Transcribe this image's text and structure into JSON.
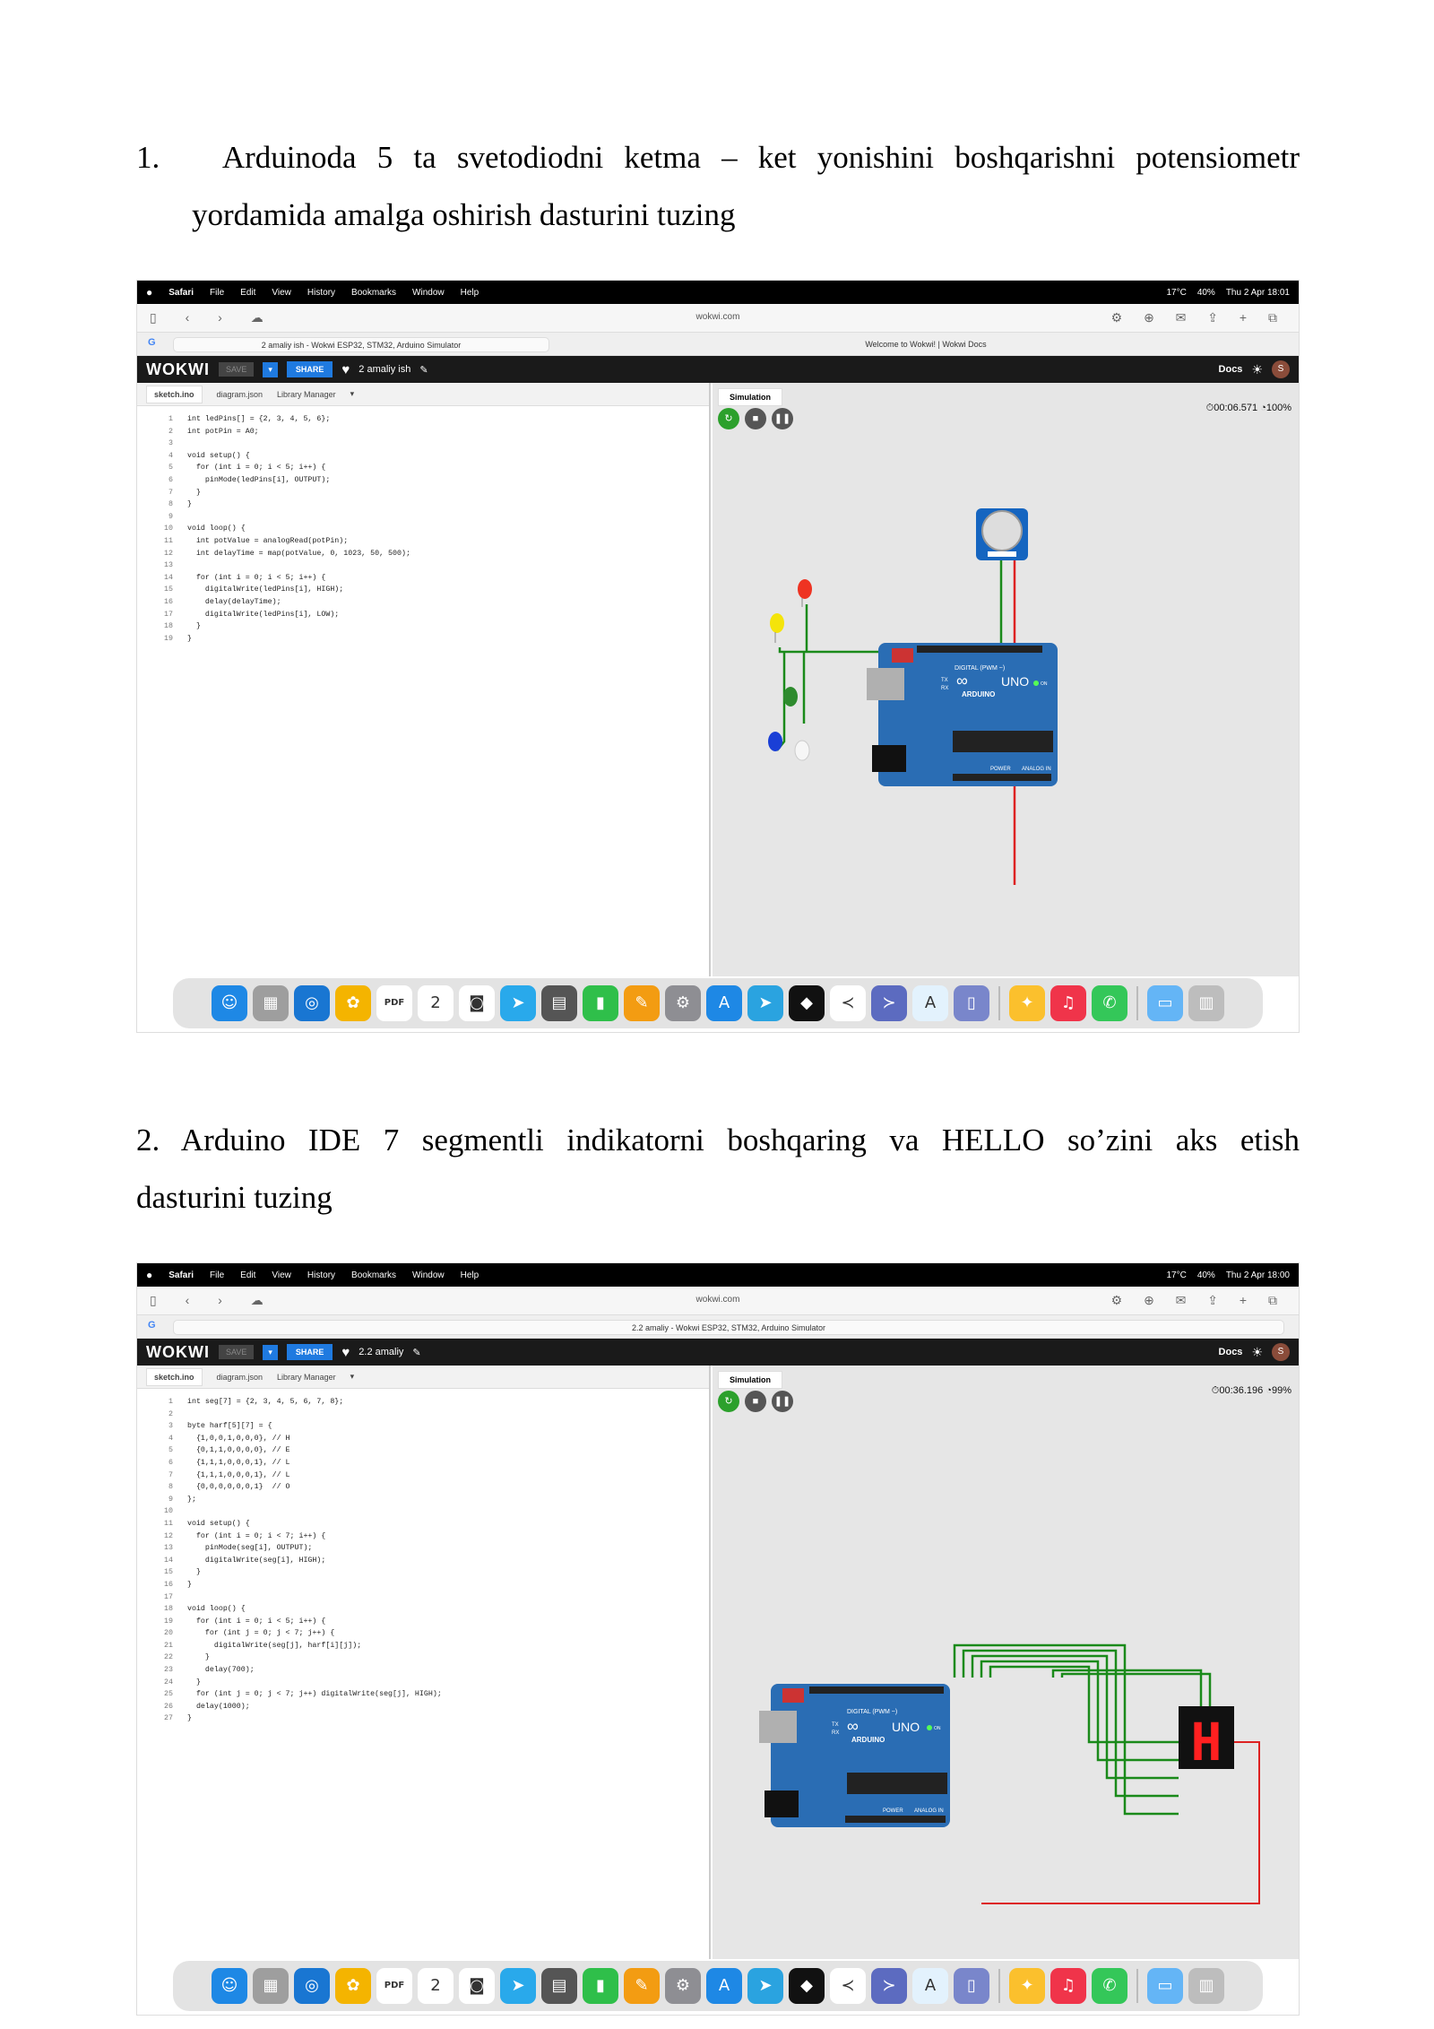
{
  "task1": {
    "number": "1.",
    "line1": "Arduinoda 5 ta svetodiodni  ketma – ket yonishini boshqarishni potensiometr",
    "line2": "yordamida amalga oshirish dasturini tuzing"
  },
  "task2": {
    "line1": "2. Arduino IDE  7 segmentli indikatorni boshqaring va HELLO so’zini aks etish",
    "line2": "dasturini tuzing"
  },
  "macos": {
    "menu": [
      "Safari",
      "File",
      "Edit",
      "View",
      "History",
      "Bookmarks",
      "Window",
      "Help"
    ],
    "weather": "17°C",
    "battery": "40%"
  },
  "screens": [
    {
      "clock": "Thu 2 Apr 18:01",
      "url": "wokwi.com",
      "tab_left": "2 amaliy ish - Wokwi ESP32, STM32, Arduino Simulator",
      "tab_right": "Welcome to Wokwi! | Wokwi Docs",
      "logo": "WOKWI",
      "save": "SAVE",
      "share": "SHARE",
      "project": "2 amaliy ish",
      "docs": "Docs",
      "avatar": "S",
      "editor_tabs": [
        "sketch.ino",
        "diagram.json",
        "Library Manager"
      ],
      "sim_tab": "Simulation",
      "timer": "00:06.571",
      "speed": "100%",
      "code": [
        "int ledPins[] = {2, 3, 4, 5, 6};",
        "int potPin = A0;",
        "",
        "void setup() {",
        "  for (int i = 0; i < 5; i++) {",
        "    pinMode(ledPins[i], OUTPUT);",
        "  }",
        "}",
        "",
        "void loop() {",
        "  int potValue = analogRead(potPin);",
        "  int delayTime = map(potValue, 0, 1023, 50, 500);",
        "",
        "  for (int i = 0; i < 5; i++) {",
        "    digitalWrite(ledPins[i], HIGH);",
        "    delay(delayTime);",
        "    digitalWrite(ledPins[i], LOW);",
        "  }",
        "}"
      ]
    },
    {
      "clock": "Thu 2 Apr 18:00",
      "url": "wokwi.com",
      "tab_left": "2.2 amaliy - Wokwi ESP32, STM32, Arduino Simulator",
      "tab_right": "",
      "logo": "WOKWI",
      "save": "SAVE",
      "share": "SHARE",
      "project": "2.2 amaliy",
      "docs": "Docs",
      "avatar": "S",
      "editor_tabs": [
        "sketch.ino",
        "diagram.json",
        "Library Manager"
      ],
      "sim_tab": "Simulation",
      "timer": "00:36.196",
      "speed": "99%",
      "code": [
        "int seg[7] = {2, 3, 4, 5, 6, 7, 8};",
        "",
        "byte harf[5][7] = {",
        "  {1,0,0,1,0,0,0}, // H",
        "  {0,1,1,0,0,0,0}, // E",
        "  {1,1,1,0,0,0,1}, // L",
        "  {1,1,1,0,0,0,1}, // L",
        "  {0,0,0,0,0,0,1}  // O",
        "};",
        "",
        "void setup() {",
        "  for (int i = 0; i < 7; i++) {",
        "    pinMode(seg[i], OUTPUT);",
        "    digitalWrite(seg[i], HIGH);",
        "  }",
        "}",
        "",
        "void loop() {",
        "  for (int i = 0; i < 5; i++) {",
        "    for (int j = 0; j < 7; j++) {",
        "      digitalWrite(seg[j], harf[i][j]);",
        "    }",
        "    delay(700);",
        "  }",
        "  for (int j = 0; j < 7; j++) digitalWrite(seg[j], HIGH);",
        "  delay(1000);",
        "}"
      ]
    }
  ],
  "board": {
    "model": "UNO",
    "brand": "ARDUINO",
    "digital": "DIGITAL (PWM ~)",
    "power": "POWER",
    "analog": "ANALOG IN",
    "on": "ON",
    "tx": "TX",
    "rx": "RX"
  },
  "segment_display": "H",
  "dock": {
    "calendar_day": "2",
    "pdf_label": "PDF",
    "icons": [
      {
        "name": "finder-icon",
        "color": "#1e88e5",
        "glyph": "☺"
      },
      {
        "name": "launchpad-icon",
        "color": "#9e9e9e",
        "glyph": "▦"
      },
      {
        "name": "safari-icon",
        "color": "#1976d2",
        "glyph": "◎"
      },
      {
        "name": "photos-icon",
        "color": "#f4b400",
        "glyph": "✿"
      },
      {
        "name": "pdf-icon",
        "color": "#ffffff",
        "glyph": ""
      },
      {
        "name": "calendar-icon",
        "color": "#ffffff",
        "glyph": ""
      },
      {
        "name": "screenshot-icon",
        "color": "#ffffff",
        "glyph": "◙"
      },
      {
        "name": "telegram-icon",
        "color": "#29a9eb",
        "glyph": "➤"
      },
      {
        "name": "calculator-icon",
        "color": "#555555",
        "glyph": "▤"
      },
      {
        "name": "numbers-icon",
        "color": "#2fbf4a",
        "glyph": "▮"
      },
      {
        "name": "pages-icon",
        "color": "#f39c12",
        "glyph": "✎"
      },
      {
        "name": "settings-icon",
        "color": "#8e8e93",
        "glyph": "⚙"
      },
      {
        "name": "appstore-icon",
        "color": "#1e88e5",
        "glyph": "A"
      },
      {
        "name": "telegram-lite-icon",
        "color": "#2aa3e0",
        "glyph": "➤"
      },
      {
        "name": "vpn-icon",
        "color": "#111111",
        "glyph": "◆"
      },
      {
        "name": "vscode-icon",
        "color": "#ffffff",
        "glyph": "≺"
      },
      {
        "name": "terminal-icon",
        "color": "#5c6bc0",
        "glyph": "≻"
      },
      {
        "name": "app-icon-a",
        "color": "#e3f2fd",
        "glyph": "A"
      },
      {
        "name": "files-icon",
        "color": "#7986cb",
        "glyph": "▯"
      },
      {
        "name": "tips-icon",
        "color": "#fbc02d",
        "glyph": "✦"
      },
      {
        "name": "music-icon",
        "color": "#f0344a",
        "glyph": "♫"
      },
      {
        "name": "phone-icon",
        "color": "#34c759",
        "glyph": "✆"
      },
      {
        "name": "folder-icon",
        "color": "#64b5f6",
        "glyph": "▭"
      },
      {
        "name": "trash-icon",
        "color": "#bdbdbd",
        "glyph": "▥"
      }
    ]
  }
}
